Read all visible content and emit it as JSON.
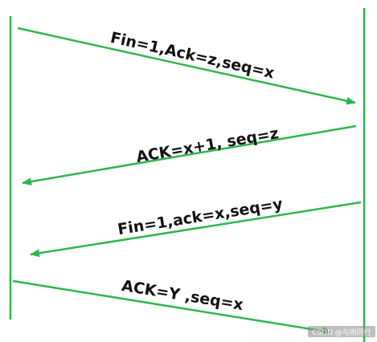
{
  "diagram": {
    "colors": {
      "line": "#2db84b",
      "text": "#111111",
      "background": "#ffffff"
    },
    "messages": [
      {
        "label": "Fin=1,Ack=z,seq=x",
        "direction": "left-to-right"
      },
      {
        "label": "ACK=x+1, seq=z",
        "direction": "right-to-left"
      },
      {
        "label": "Fin=1,ack=x,seq=y",
        "direction": "right-to-left"
      },
      {
        "label": "ACK=Y ,seq=x",
        "direction": "left-to-right"
      }
    ],
    "watermark": {
      "text": "CSDN @与雨同行"
    }
  }
}
